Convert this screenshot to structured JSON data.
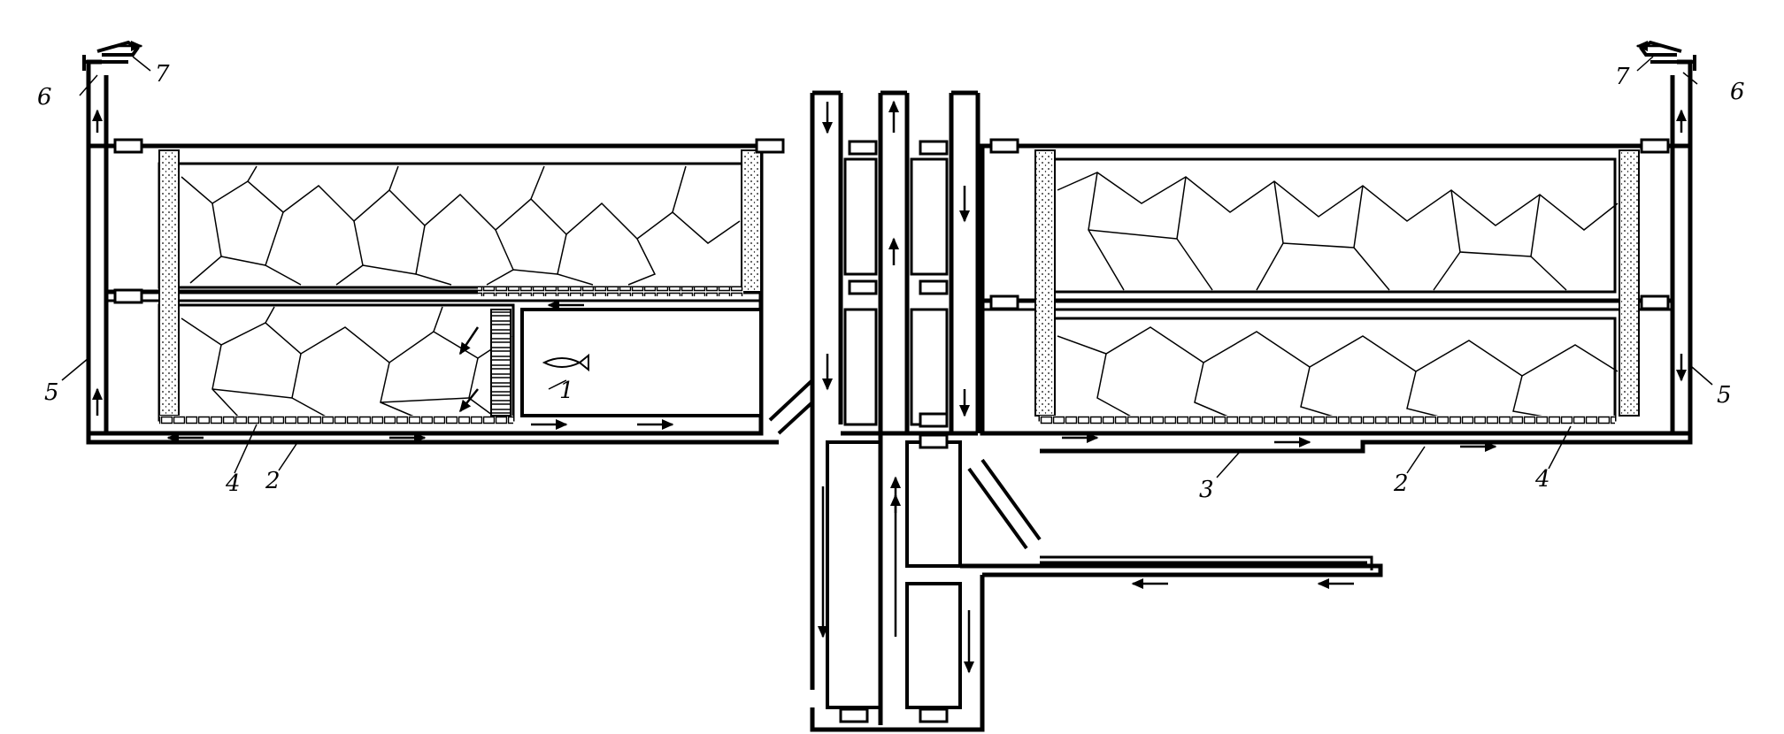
{
  "labels": {
    "n1": "1",
    "n2_left": "2",
    "n2_right": "2",
    "n3": "3",
    "n4_left": "4",
    "n4_right": "4",
    "n5_left": "5",
    "n5_right": "5",
    "n6_left": "6",
    "n6_right": "6",
    "n7_left": "7",
    "n7_right": "7"
  }
}
